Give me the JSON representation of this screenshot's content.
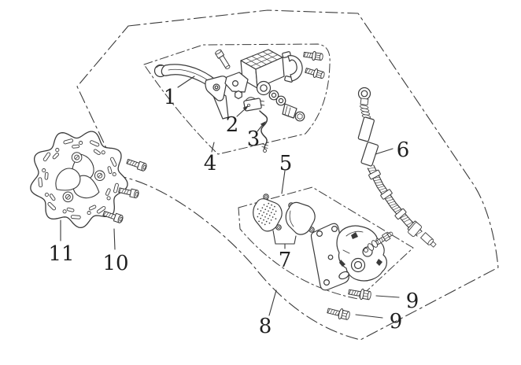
{
  "diagram": {
    "type": "exploded-parts-diagram",
    "subject": "front-disc-brake-assembly",
    "background": "#ffffff",
    "line_color": "#3a3a3a",
    "text_color": "#1f1f1f",
    "callouts": [
      {
        "id": "1",
        "label": "1"
      },
      {
        "id": "2",
        "label": "2"
      },
      {
        "id": "3",
        "label": "3"
      },
      {
        "id": "4",
        "label": "4"
      },
      {
        "id": "5",
        "label": "5"
      },
      {
        "id": "6",
        "label": "6"
      },
      {
        "id": "7",
        "label": "7"
      },
      {
        "id": "8",
        "label": "8"
      },
      {
        "id": "9a",
        "label": "9"
      },
      {
        "id": "9b",
        "label": "9"
      },
      {
        "id": "10",
        "label": "10"
      },
      {
        "id": "11",
        "label": "11"
      }
    ]
  }
}
